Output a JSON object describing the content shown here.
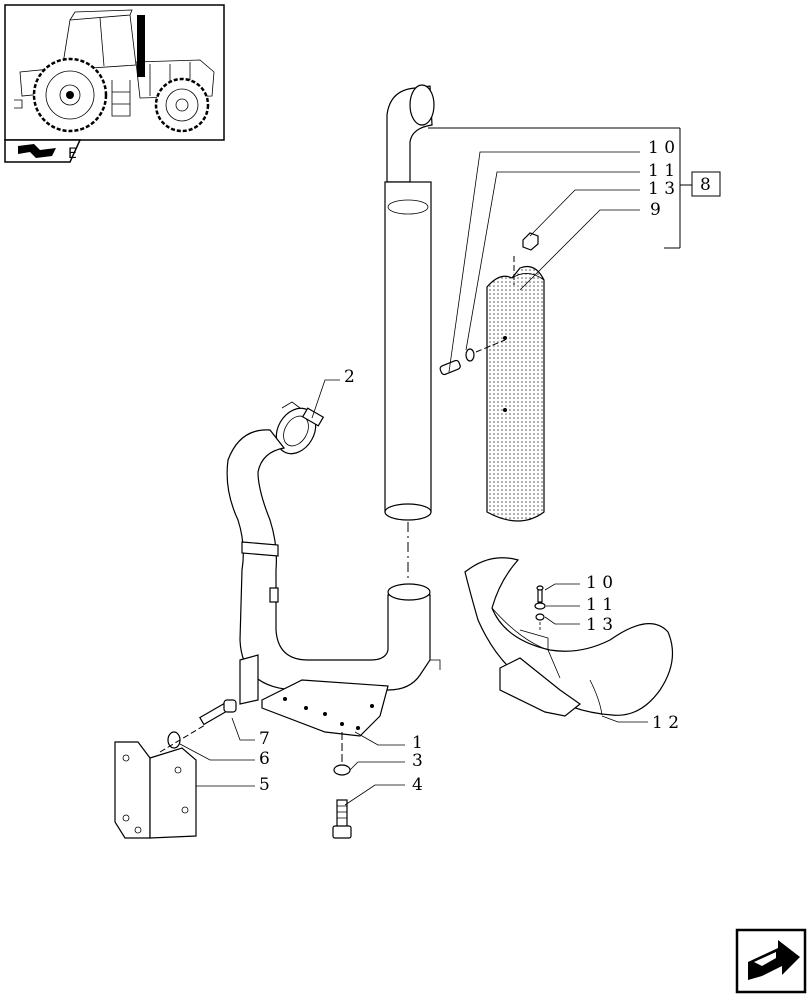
{
  "thumbnail": {
    "section_letter": "E"
  },
  "callouts": {
    "c1": "1",
    "c2": "2",
    "c3": "3",
    "c4": "4",
    "c5": "5",
    "c6": "6",
    "c7": "7",
    "c9": "9",
    "c10_top": "1 0",
    "c11_top": "1 1",
    "c13_top": "1 3",
    "ref_box": "8",
    "c10_low": "1 0",
    "c11_low": "1 1",
    "c13_low": "1 3",
    "c12": "1 2"
  },
  "nav": {
    "icon": "next-page-arrow-icon"
  }
}
